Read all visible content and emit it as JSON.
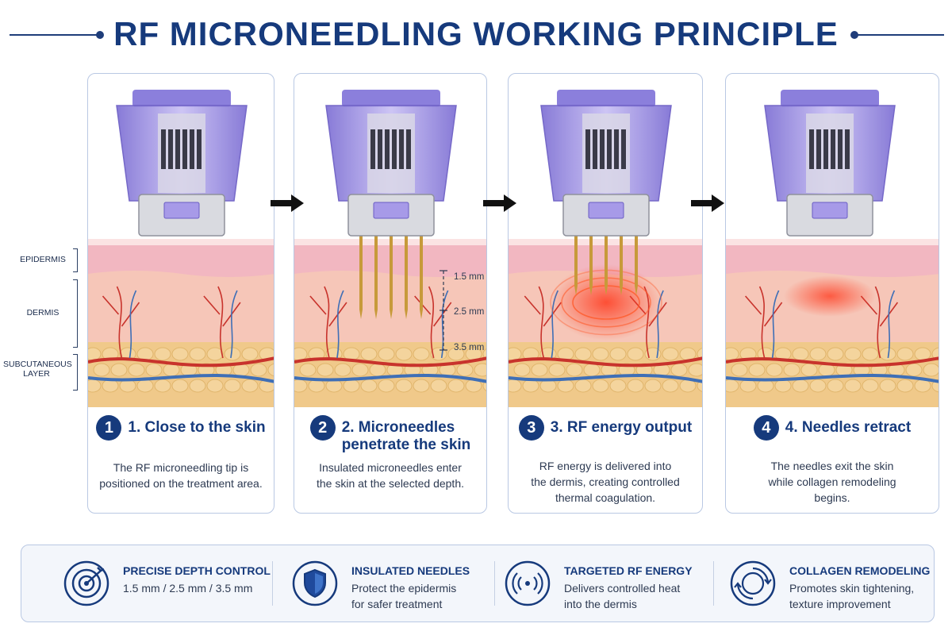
{
  "title": "RF MICRONEEDLING WORKING PRINCIPLE",
  "layers": [
    {
      "label": "EPIDERMIS"
    },
    {
      "label": "DERMIS"
    },
    {
      "label_line1": "SUBCUTANEOUS",
      "label_line2": "LAYER"
    }
  ],
  "depths": [
    "1.5 mm",
    "2.5 mm",
    "3.5 mm"
  ],
  "steps": [
    {
      "number": "1",
      "title_line1": "1. Close to the skin",
      "title_line2": "",
      "desc_line1": "The RF microneedling tip is",
      "desc_line2": "positioned on the treatment area.",
      "desc_line3": ""
    },
    {
      "number": "2",
      "title_line1": "2. Microneedles",
      "title_line2": "penetrate the skin",
      "desc_line1": "Insulated microneedles enter",
      "desc_line2": "the skin at the selected depth.",
      "desc_line3": ""
    },
    {
      "number": "3",
      "title_line1": "3. RF energy output",
      "title_line2": "",
      "desc_line1": "RF energy is delivered into",
      "desc_line2": "the dermis, creating controlled",
      "desc_line3": "thermal coagulation."
    },
    {
      "number": "4",
      "title_line1": "4. Needles retract",
      "title_line2": "",
      "desc_line1": "The needles exit the skin",
      "desc_line2": "while collagen remodeling",
      "desc_line3": "begins."
    }
  ],
  "features": [
    {
      "title": "PRECISE DEPTH CONTROL",
      "desc_line1": "1.5 mm / 2.5 mm / 3.5 mm",
      "desc_line2": "",
      "icon": "target-icon"
    },
    {
      "title": "INSULATED NEEDLES",
      "desc_line1": "Protect the epidermis",
      "desc_line2": "for safer treatment",
      "icon": "shield-icon"
    },
    {
      "title": "TARGETED RF ENERGY",
      "desc_line1": "Delivers controlled heat",
      "desc_line2": "into the dermis",
      "icon": "rf-wave-icon"
    },
    {
      "title": "COLLAGEN REMODELING",
      "desc_line1": "Promotes skin tightening,",
      "desc_line2": "texture improvement",
      "icon": "collagen-icon"
    }
  ],
  "colors": {
    "navy": "#163a7c",
    "handpiece": "#9b8fe0",
    "epidermis": "#f2b7c1",
    "dermis": "#f6c6b8",
    "fat": "#f0c98a",
    "artery": "#c8332c",
    "vein": "#3f6fb6",
    "needle": "#c79a3a",
    "energy": "#ff3a1e"
  }
}
